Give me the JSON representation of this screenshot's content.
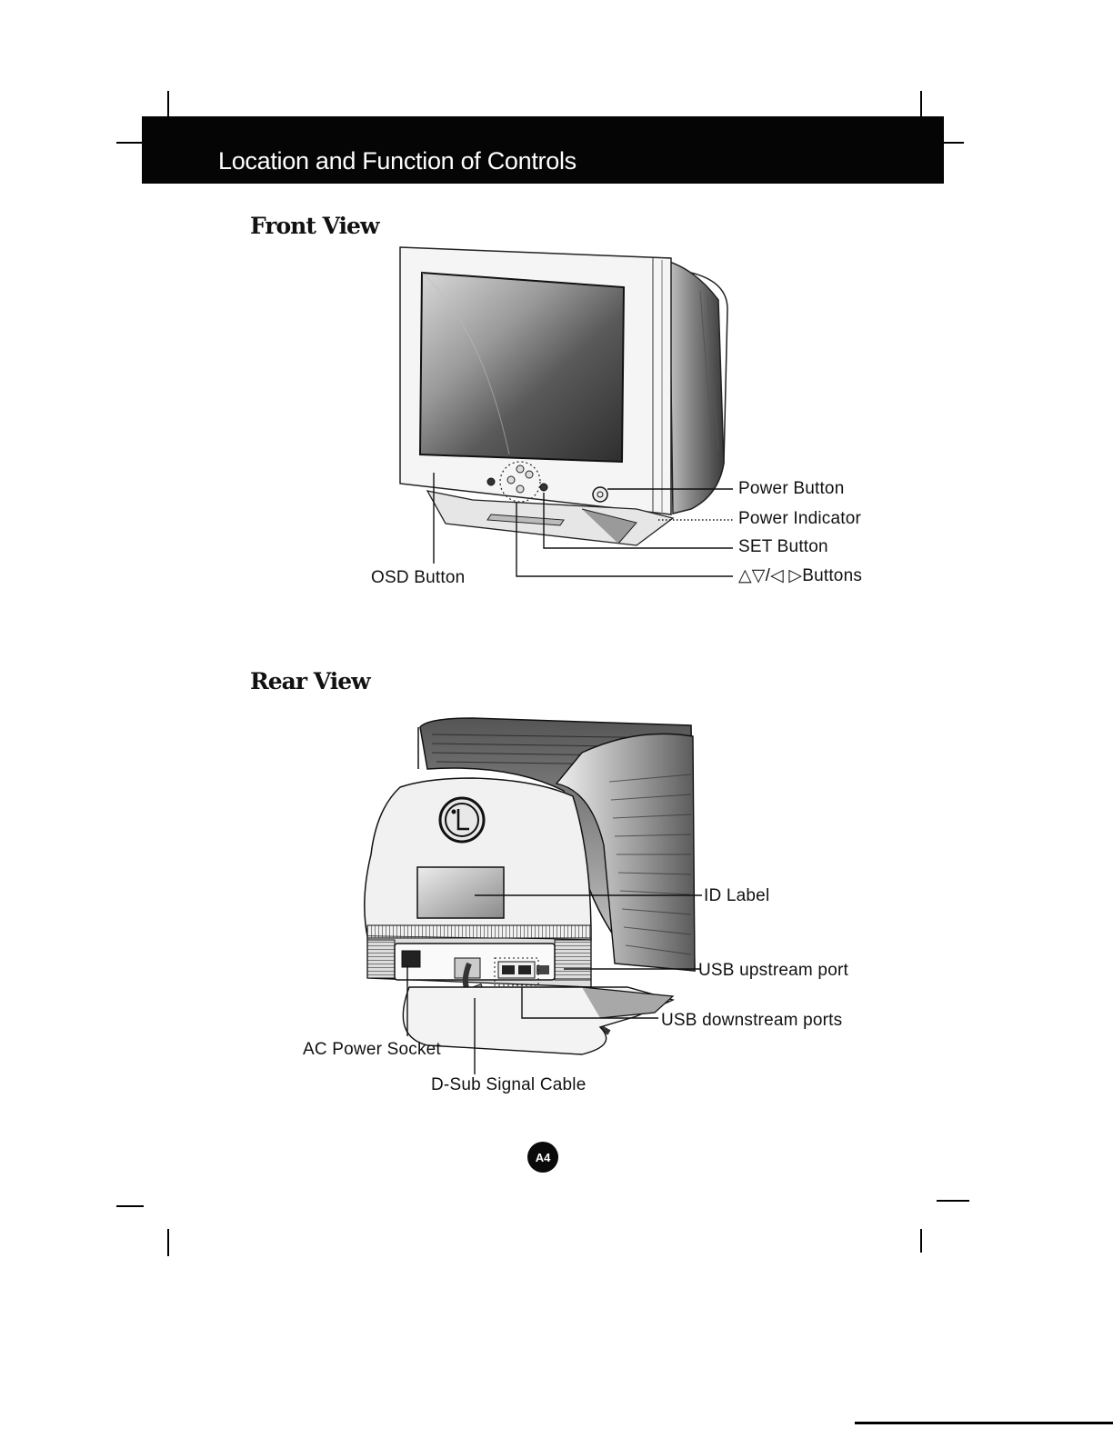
{
  "header": {
    "title": "Location and Function of Controls"
  },
  "front_view": {
    "title": "Front View",
    "callouts": {
      "power_button": "Power Button",
      "power_indicator": "Power Indicator",
      "set_button": "SET Button",
      "arrow_buttons": "△▽/◁ ▷Buttons",
      "osd_button": "OSD Button"
    }
  },
  "rear_view": {
    "title": "Rear View",
    "logo_text": "LG",
    "callouts": {
      "id_label": "ID Label",
      "usb_upstream": "USB upstream port",
      "usb_downstream": "USB downstream ports",
      "ac_power": "AC Power Socket",
      "dsub_cable": "D-Sub Signal Cable"
    }
  },
  "page_number": "A4"
}
